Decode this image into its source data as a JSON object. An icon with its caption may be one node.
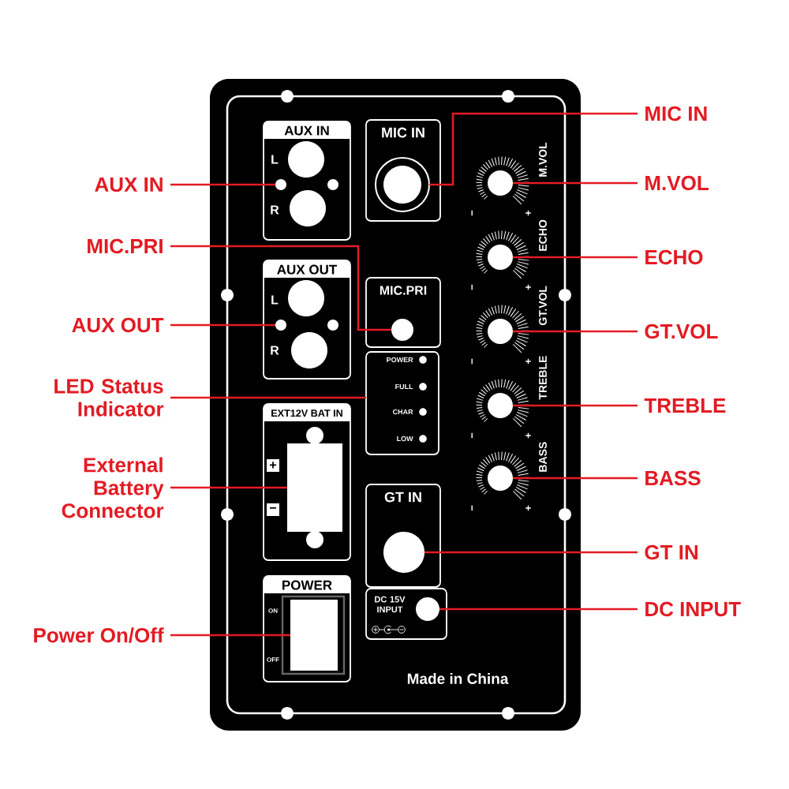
{
  "diagram": {
    "nodes": [
      {
        "text": [
          "Made in China"
        ]
      },
      {
        "text": [
          "AUX IN",
          "L",
          "R"
        ],
        "in": 0
      },
      {
        "text": [],
        "shape": "circle",
        "in": 1
      },
      {
        "text": [],
        "shape": "circle",
        "in": 1
      },
      {
        "text": [],
        "shape": "circle",
        "in": 1
      },
      {
        "text": [
          "MIC IN"
        ],
        "in": 0
      },
      {
        "text": [],
        "shape": "circle",
        "in": 5
      },
      {
        "text": [
          "MIC.PRI"
        ],
        "in": 0
      },
      {
        "text": [],
        "shape": "circle",
        "in": 7
      },
      {
        "text": [
          "AUX OUT",
          "L",
          "R"
        ],
        "in": 0
      },
      {
        "text": [],
        "shape": "circle",
        "in": 9
      },
      {
        "text": [],
        "shape": "circle",
        "in": 9
      },
      {
        "text": [],
        "shape": "circle",
        "in": 9
      },
      {
        "text": [
          "POWER",
          "FULL",
          "CHAR",
          "LOW"
        ],
        "in": 0
      },
      {
        "text": [
          "EXT12V BAT IN",
          "+",
          "−"
        ],
        "in": 0
      },
      {
        "text": [],
        "shape": "box",
        "in": 14
      },
      {
        "text": [
          "GT IN"
        ],
        "in": 0
      },
      {
        "text": [],
        "shape": "circle",
        "in": 16
      },
      {
        "text": [
          "DC 15V INPUT"
        ],
        "in": 0
      },
      {
        "text": [],
        "shape": "circle",
        "in": 18
      },
      {
        "text": [
          "POWER",
          "ON",
          "OFF"
        ],
        "in": 0
      },
      {
        "text": [],
        "shape": "box",
        "in": 20
      },
      {
        "text": [],
        "shape": "circle",
        "in": 0,
        "beside": [
          "M.VOL",
          "−",
          "+"
        ]
      },
      {
        "text": [],
        "shape": "circle",
        "in": 0,
        "beside": [
          "ECHO",
          "−",
          "+"
        ]
      },
      {
        "text": [],
        "shape": "circle",
        "in": 0,
        "beside": [
          "GT.VOL",
          "−",
          "+"
        ]
      },
      {
        "text": [],
        "shape": "circle",
        "in": 0,
        "beside": [
          "TREBLE",
          "−",
          "+"
        ]
      },
      {
        "text": [],
        "shape": "circle",
        "in": 0,
        "beside": [
          "BASS",
          "−",
          "+"
        ]
      },
      {
        "text": [
          "AUX IN"
        ]
      },
      {
        "text": [
          "MIC.PRI"
        ]
      },
      {
        "text": [
          "AUX OUT"
        ]
      },
      {
        "text": [
          "LED Status Indicator"
        ]
      },
      {
        "text": [
          "External Battery Connector"
        ]
      },
      {
        "text": [
          "Power On/Off"
        ]
      },
      {
        "text": [
          "MIC IN"
        ]
      },
      {
        "text": [
          "M.VOL"
        ]
      },
      {
        "text": [
          "ECHO"
        ]
      },
      {
        "text": [
          "GT.VOL"
        ]
      },
      {
        "text": [
          "TREBLE"
        ]
      },
      {
        "text": [
          "BASS"
        ]
      },
      {
        "text": [
          "GT IN"
        ]
      },
      {
        "text": [
          "DC INPUT"
        ]
      }
    ],
    "edges": [
      {
        "from": 27,
        "to": 3,
        "arrow": "none"
      },
      {
        "from": 28,
        "to": 8,
        "arrow": "none"
      },
      {
        "from": 29,
        "to": 11,
        "arrow": "none"
      },
      {
        "from": 30,
        "to": 13,
        "arrow": "none"
      },
      {
        "from": 31,
        "to": 15,
        "arrow": "none"
      },
      {
        "from": 32,
        "to": 21,
        "arrow": "none"
      },
      {
        "from": 33,
        "to": 6,
        "arrow": "none"
      },
      {
        "from": 34,
        "to": 22,
        "arrow": "none"
      },
      {
        "from": 35,
        "to": 23,
        "arrow": "none"
      },
      {
        "from": 36,
        "to": 24,
        "arrow": "none"
      },
      {
        "from": 37,
        "to": 25,
        "arrow": "none"
      },
      {
        "from": 38,
        "to": 26,
        "arrow": "none"
      },
      {
        "from": 39,
        "to": 17,
        "arrow": "none"
      },
      {
        "from": 40,
        "to": 19,
        "arrow": "none"
      }
    ]
  }
}
